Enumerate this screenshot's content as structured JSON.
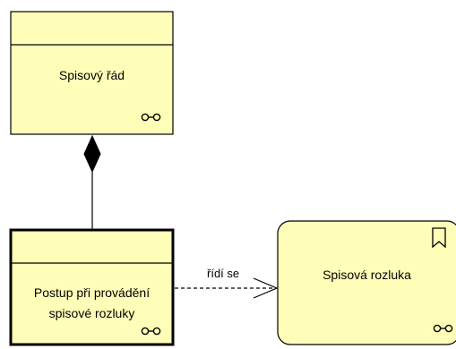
{
  "diagram": {
    "colors": {
      "fill": "#fffeb8",
      "stroke": "#000000",
      "background": "#ffffff"
    },
    "nodes": [
      {
        "id": "spisovy-rad",
        "label": "Spisový řád",
        "shape": "artifact-with-header",
        "icon": "meaning-icon"
      },
      {
        "id": "postup",
        "label_line1": "Postup při provádění",
        "label_line2": "spisové rozluky",
        "shape": "artifact-with-header",
        "icon": "meaning-icon",
        "emphasis": "bold-border"
      },
      {
        "id": "spisova-rozluka",
        "label": "Spisová rozluka",
        "shape": "rounded-rectangle",
        "icon": "meaning-icon",
        "corner_icon": "bookmark-icon"
      }
    ],
    "edges": [
      {
        "from": "postup",
        "to": "spisovy-rad",
        "type": "composition"
      },
      {
        "from": "postup",
        "to": "spisova-rozluka",
        "type": "dashed-open-arrow",
        "label": "řídí se"
      }
    ]
  }
}
